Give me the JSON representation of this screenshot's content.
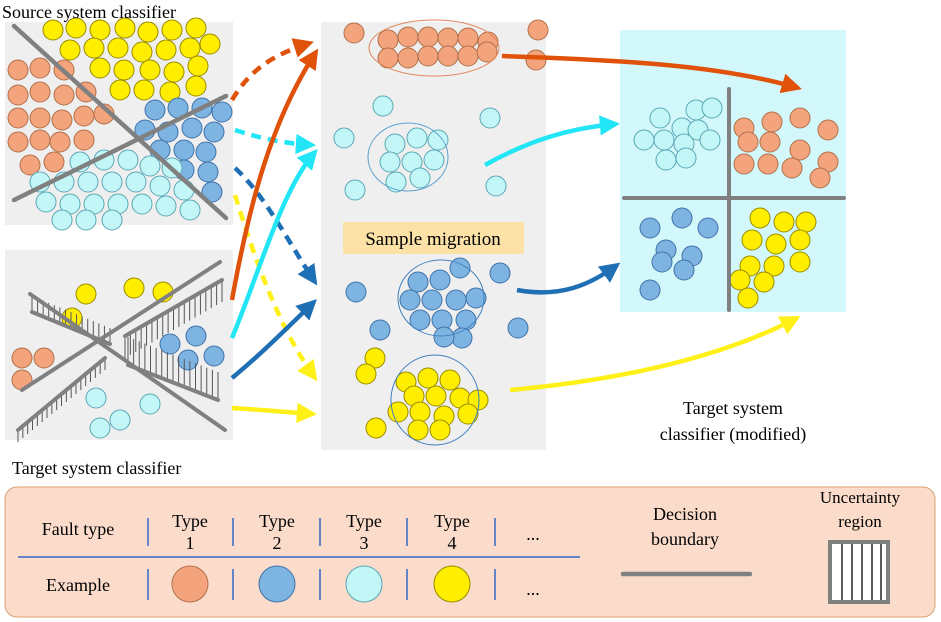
{
  "labels": {
    "source_classifier": "Source system classifier",
    "target_classifier": "Target system classifier",
    "sample_migration": "Sample migration",
    "target_modified_line1": "Target system",
    "target_modified_line2": "classifier (modified)"
  },
  "legend": {
    "fault_type_label": "Fault type",
    "example_label": "Example",
    "types": [
      {
        "line1": "Type",
        "line2": "1"
      },
      {
        "line1": "Type",
        "line2": "2"
      },
      {
        "line1": "Type",
        "line2": "3"
      },
      {
        "line1": "Type",
        "line2": "4"
      }
    ],
    "ellipsis": "...",
    "decision_boundary_line1": "Decision",
    "decision_boundary_line2": "boundary",
    "uncertainty_line1": "Uncertainty",
    "uncertainty_line2": "region"
  },
  "colors": {
    "type1": "#F4A47C",
    "type2": "#7EB4E2",
    "type3": "#C3F7F7",
    "type4": "#FFEE00",
    "arrow_type1": "#E0520A",
    "arrow_type2": "#1F6FB5",
    "arrow_type3": "#22E5F5",
    "arrow_type4": "#FFF018",
    "boundary": "#808080",
    "panel_bg": "#EFEFEF",
    "target_bg": "#D2F8FB",
    "migration_label_bg": "#FCE2A6",
    "legend_bg": "#FBDCCB"
  }
}
